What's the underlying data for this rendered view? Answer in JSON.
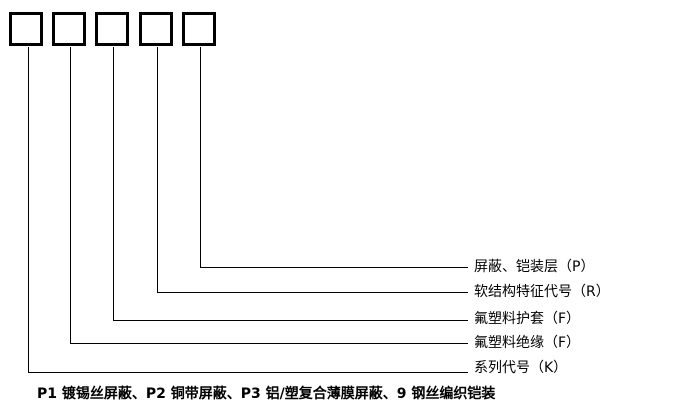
{
  "diagram": {
    "boxes": [
      "",
      "",
      "",
      "",
      ""
    ],
    "labels": [
      {
        "text": "屏蔽、铠装层（P）"
      },
      {
        "text": "软结构特征代号（R）"
      },
      {
        "text": "氟塑料护套（F）"
      },
      {
        "text": "氟塑料绝缘（F）"
      },
      {
        "text": "系列代号（K）"
      }
    ],
    "footer_note": "P1 镀锡丝屏蔽、P2 铜带屏蔽、P3 铝/塑复合薄膜屏蔽、9 钢丝编织铠装"
  }
}
